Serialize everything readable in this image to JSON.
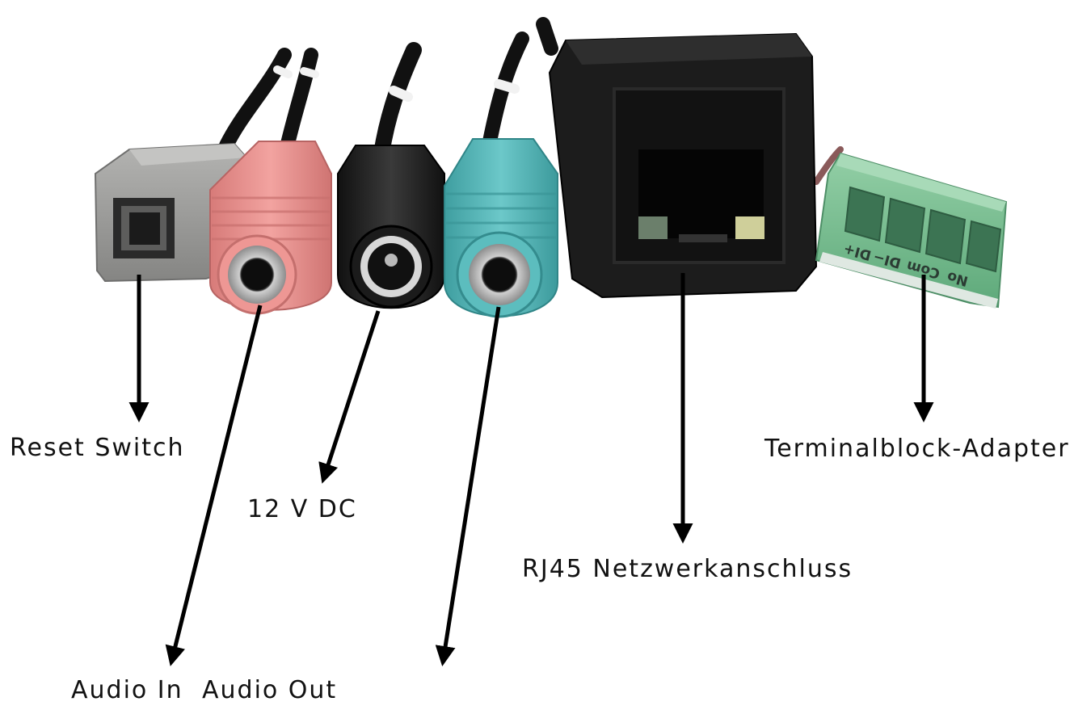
{
  "labels": {
    "reset": "Reset Switch",
    "dc": "12 V DC",
    "rj45": "RJ45 Netzwerkanschluss",
    "terminal": "Terminalblock-Adapter",
    "audio_in": "Audio In",
    "audio_out": "Audio Out"
  },
  "terminal_pins": [
    "No",
    "Com",
    "DI−",
    "DI+"
  ],
  "colors": {
    "reset_housing": "#9a9a98",
    "audio_in_jack": "#e88f8c",
    "dc_jack": "#1f1f1f",
    "audio_out_jack": "#4fb0b2",
    "rj45_housing": "#1c1c1c",
    "terminal_block": "#7fbf96",
    "arrow": "#000000"
  }
}
